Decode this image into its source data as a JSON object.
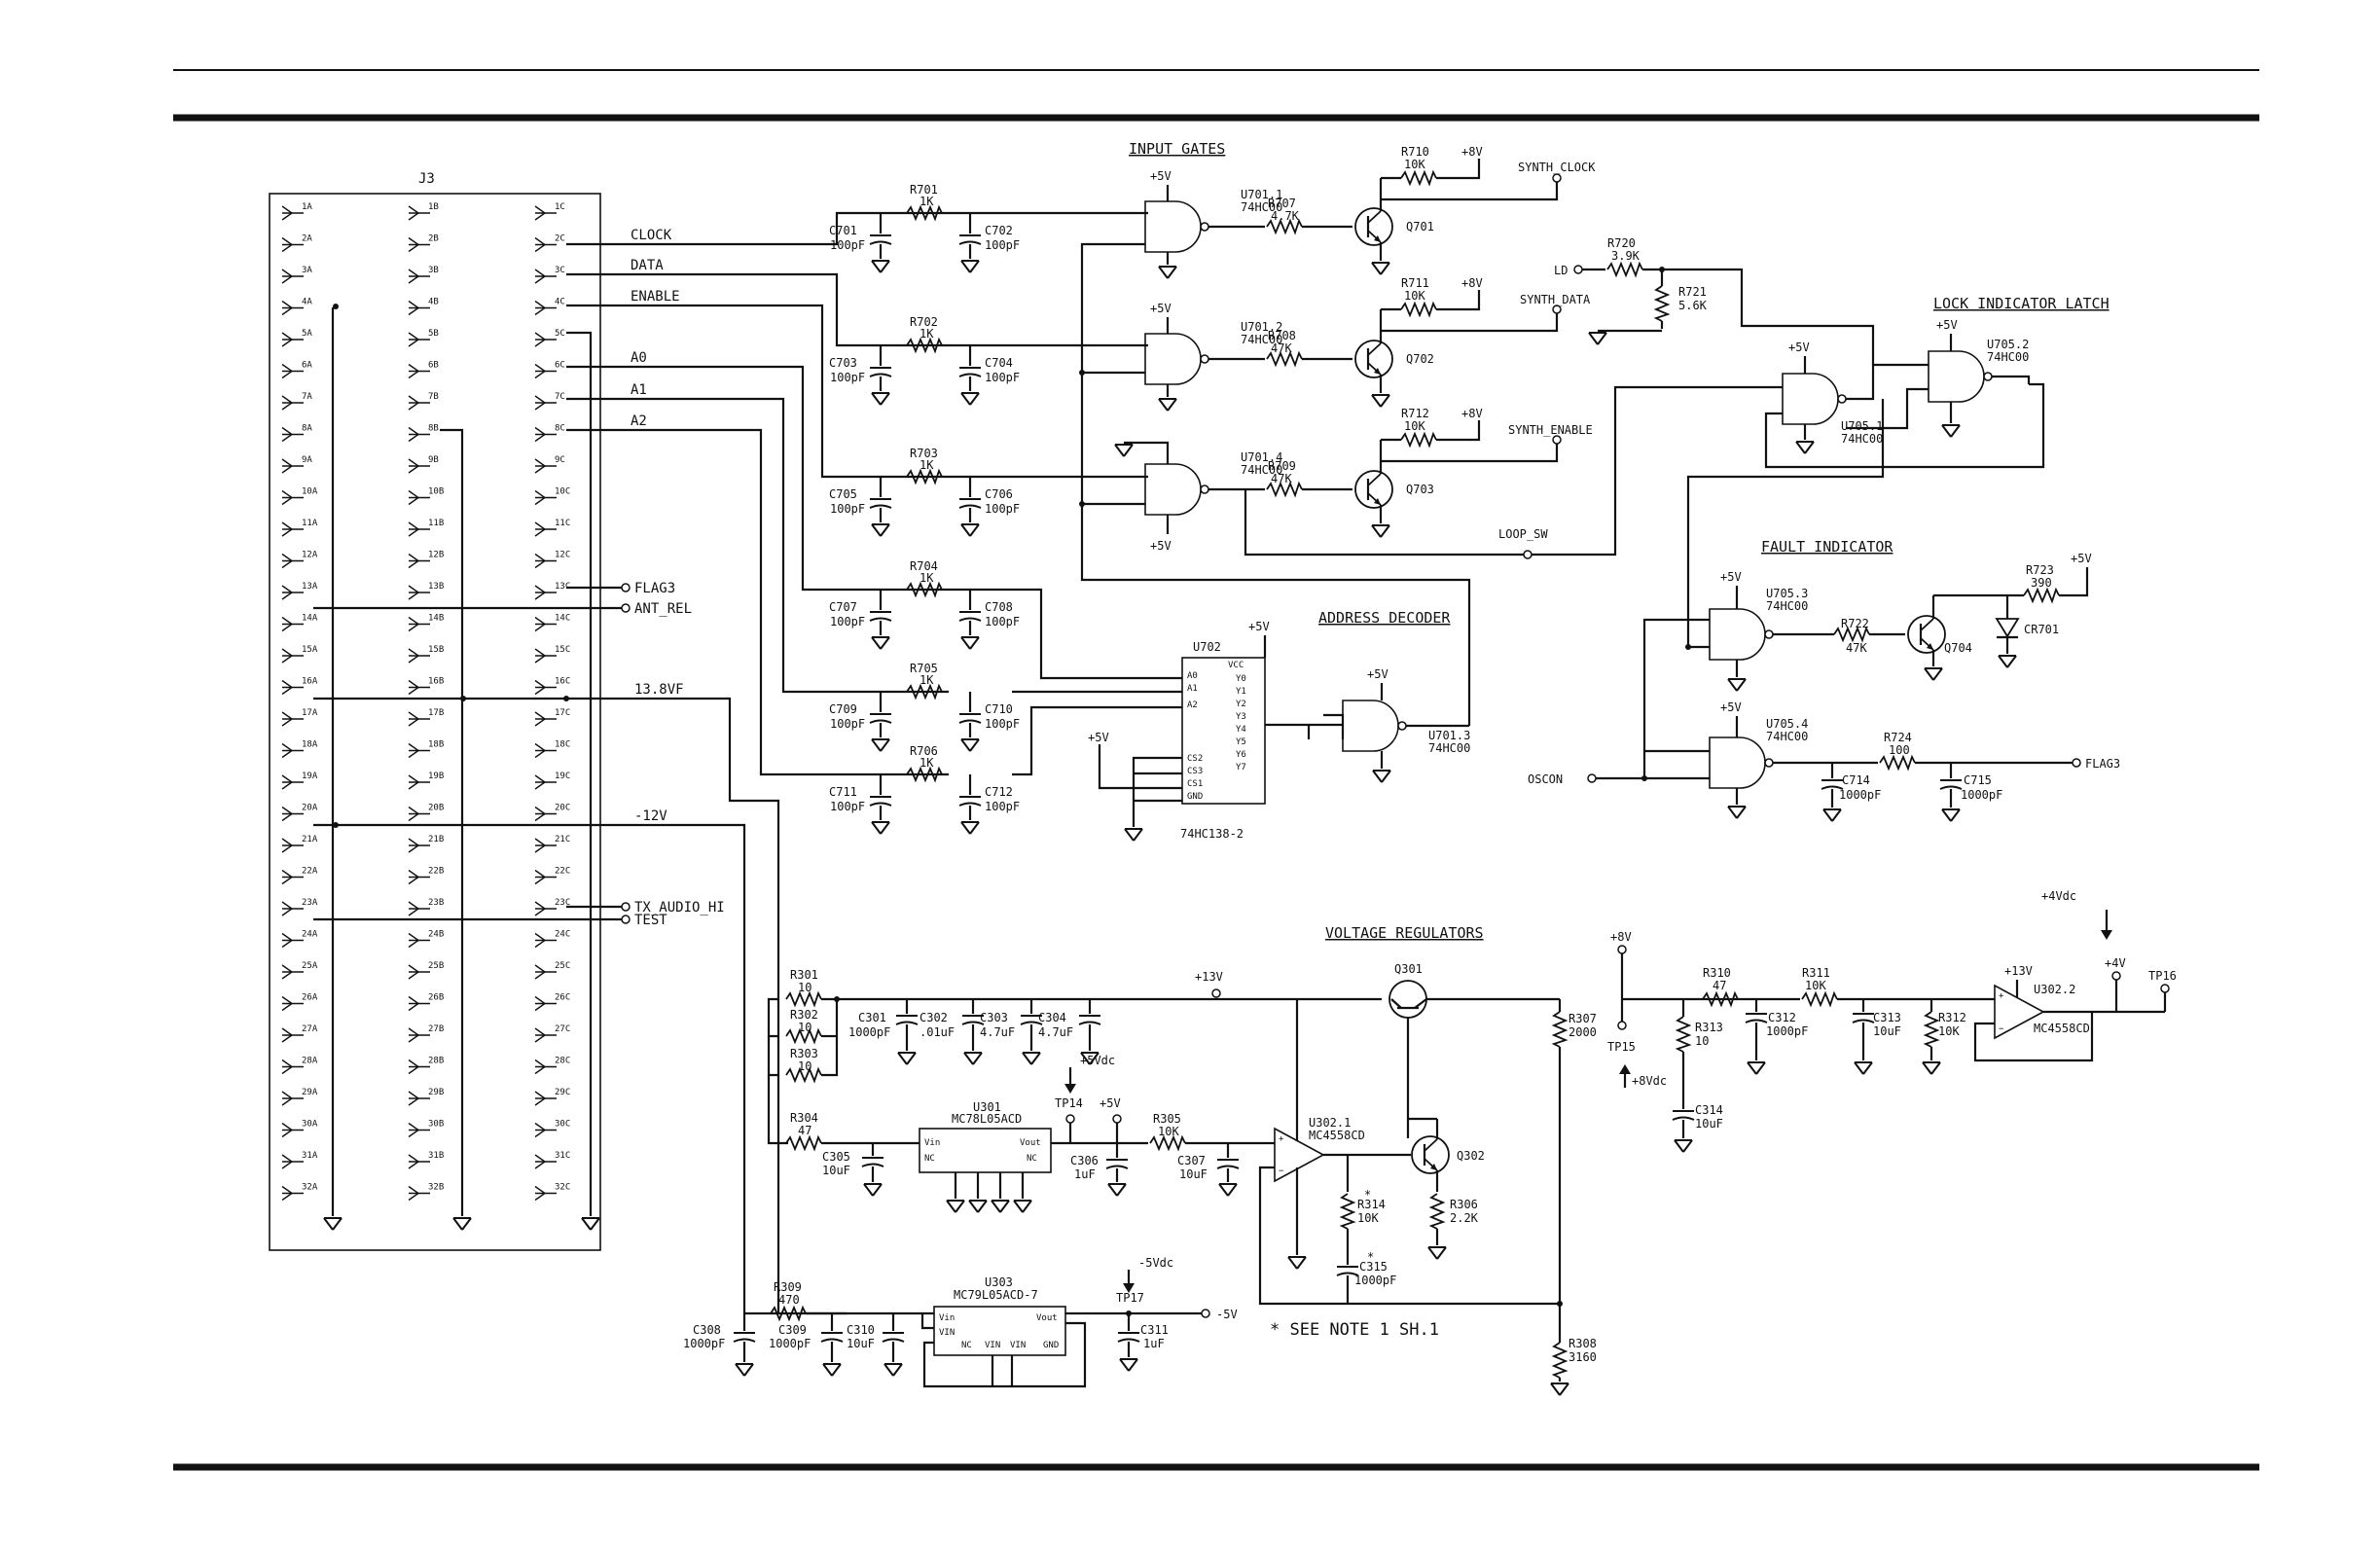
{
  "connector": {
    "ref": "J3",
    "cols": [
      [
        "1A",
        "2A",
        "3A",
        "4A",
        "5A",
        "6A",
        "7A",
        "8A",
        "9A",
        "10A",
        "11A",
        "12A",
        "13A",
        "14A",
        "15A",
        "16A",
        "17A",
        "18A",
        "19A",
        "20A",
        "21A",
        "22A",
        "23A",
        "24A",
        "25A",
        "26A",
        "27A",
        "28A",
        "29A",
        "30A",
        "31A",
        "32A"
      ],
      [
        "1B",
        "2B",
        "3B",
        "4B",
        "5B",
        "6B",
        "7B",
        "8B",
        "9B",
        "10B",
        "11B",
        "12B",
        "13B",
        "14B",
        "15B",
        "16B",
        "17B",
        "18B",
        "19B",
        "20B",
        "21B",
        "22B",
        "23B",
        "24B",
        "25B",
        "26B",
        "27B",
        "28B",
        "29B",
        "30B",
        "31B",
        "32B"
      ],
      [
        "1C",
        "2C",
        "3C",
        "4C",
        "5C",
        "6C",
        "7C",
        "8C",
        "9C",
        "10C",
        "11C",
        "12C",
        "13C",
        "14C",
        "15C",
        "16C",
        "17C",
        "18C",
        "19C",
        "20C",
        "21C",
        "22C",
        "23C",
        "24C",
        "25C",
        "26C",
        "27C",
        "28C",
        "29C",
        "30C",
        "31C",
        "32C"
      ]
    ]
  },
  "nets": {
    "clock": "CLOCK",
    "data": "DATA",
    "enable": "ENABLE",
    "a0": "A0",
    "a1": "A1",
    "a2": "A2",
    "flag3": "FLAG3",
    "ant_rel": "ANT_REL",
    "v138": "13.8VF",
    "m12": "-12V",
    "tx_audio": "TX_AUDIO_HI",
    "test": "TEST",
    "synth_clock": "SYNTH_CLOCK",
    "synth_data": "SYNTH_DATA",
    "synth_enable": "SYNTH_ENABLE",
    "loop_sw": "LOOP_SW",
    "ld": "LD",
    "oscon": "OSCON",
    "flag3_out": "FLAG3"
  },
  "section_titles": {
    "input_gates": "INPUT GATES",
    "address_decoder": "ADDRESS DECODER",
    "lock_latch": "LOCK INDICATOR LATCH",
    "fault": "FAULT INDICATOR",
    "regulators": "VOLTAGE REGULATORS"
  },
  "rails": {
    "p5v": "+5V",
    "p8v": "+8V",
    "p13v": "+13V",
    "p4v": "+4V",
    "p5vdc": "+5Vdc",
    "m5vdc": "-5Vdc",
    "p8vdc": "+8Vdc",
    "p4vdc": "+4Vdc",
    "m5v": "-5V"
  },
  "parts": {
    "R701": "R701",
    "R701v": "1K",
    "R702": "R702",
    "R702v": "1K",
    "R703": "R703",
    "R703v": "1K",
    "R704": "R704",
    "R704v": "1K",
    "R705": "R705",
    "R705v": "1K",
    "R706": "R706",
    "R706v": "1K",
    "C701": "C701",
    "C702": "C702",
    "C703": "C703",
    "C704": "C704",
    "C705": "C705",
    "C706": "C706",
    "C707": "C707",
    "C708": "C708",
    "C709": "C709",
    "C710": "C710",
    "C711": "C711",
    "C712": "C712",
    "c100pF": "100pF",
    "U7011": "U701.1",
    "U7012": "U701.2",
    "U7014": "U701.4",
    "U7013": "U701.3",
    "HC00": "74HC00",
    "R707": "R707",
    "R707v": "4.7K",
    "R708": "R708",
    "R708v": "47K",
    "R709": "R709",
    "R709v": "47K",
    "R710": "R710",
    "R710v": "10K",
    "R711": "R711",
    "R711v": "10K",
    "R712": "R712",
    "R712v": "10K",
    "Q701": "Q701",
    "Q702": "Q702",
    "Q703": "Q703",
    "U702": "U702",
    "HC138": "74HC138-2",
    "R720": "R720",
    "R720v": "3.9K",
    "R721": "R721",
    "R721v": "5.6K",
    "U7051": "U705.1",
    "U7052": "U705.2",
    "U7053": "U705.3",
    "U7054": "U705.4",
    "R722": "R722",
    "R722v": "47K",
    "R723": "R723",
    "R723v": "390",
    "Q704": "Q704",
    "CR701": "CR701",
    "R724": "R724",
    "R724v": "100",
    "C714": "C714",
    "C714v": "1000pF",
    "C715": "C715",
    "C715v": "1000pF",
    "R301": "R301",
    "R301v": "10",
    "R302": "R302",
    "R302v": "10",
    "R303": "R303",
    "R303v": "10",
    "R304": "R304",
    "R304v": "47",
    "C301": "C301",
    "C301v": "1000pF",
    "C302": "C302",
    "C302v": ".01uF",
    "C303": "C303",
    "C303v": "4.7uF",
    "C304": "C304",
    "C304v": "4.7uF",
    "U301": "U301",
    "MC78": "MC78L05ACD",
    "C305": "C305",
    "C305v": "10uF",
    "TP14": "TP14",
    "R305": "R305",
    "R305v": "10K",
    "C306": "C306",
    "C306v": "1uF",
    "C307": "C307",
    "C307v": "10uF",
    "U3021": "U302.1",
    "MC4558": "MC4558CD",
    "Q301": "Q301",
    "Q302": "Q302",
    "R314": "R314",
    "R314v": "10K",
    "R306": "R306",
    "R306v": "2.2K",
    "C315": "C315",
    "C315v": "1000pF",
    "R307": "R307",
    "R307v": "2000",
    "TP15": "TP15",
    "R308": "R308",
    "R308v": "3160",
    "R313": "R313",
    "R313v": "10",
    "C314": "C314",
    "C314v": "10uF",
    "R310": "R310",
    "R310v": "47",
    "R311": "R311",
    "R311v": "10K",
    "C312": "C312",
    "C312v": "1000pF",
    "C313": "C313",
    "C313v": "10uF",
    "R312": "R312",
    "R312v": "10K",
    "U3022": "U302.2",
    "TP16": "TP16",
    "R309": "R309",
    "R309v": "470",
    "C308": "C308",
    "C308v": "1000pF",
    "C309": "C309",
    "C309v": "1000pF",
    "C310": "C310",
    "C310v": "10uF",
    "U303": "U303",
    "MC79": "MC79L05ACD-7",
    "TP17": "TP17",
    "C311": "C311",
    "C311v": "1uF"
  },
  "note": "* SEE NOTE 1 SH.1"
}
